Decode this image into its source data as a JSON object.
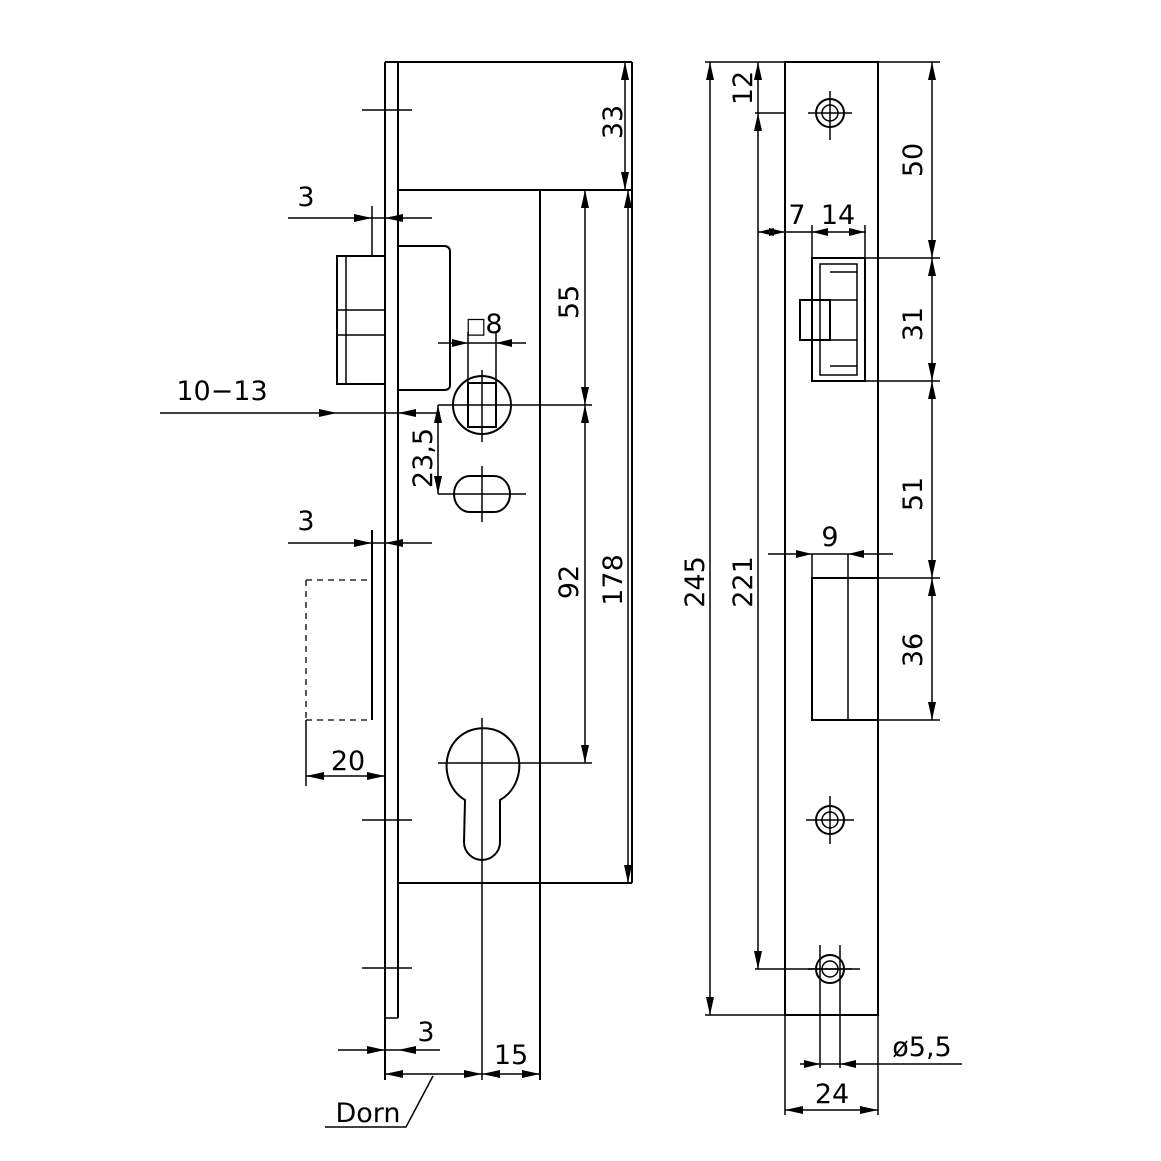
{
  "side_view": {
    "dim_top_height": "33",
    "dim_faceplate_thickness_top": "3",
    "dim_spindle_square": "8",
    "dim_spindle_square_symbol": "□",
    "dim_spindle_to_case_top": "55",
    "dim_door_thickness_range": "10−13",
    "dim_spindle_to_second_hole": "23,5",
    "dim_faceplate_thickness_mid": "3",
    "dim_spindle_to_cylinder": "92",
    "dim_case_height": "178",
    "dim_bolt_throw": "20",
    "dim_faceplate_thickness_bottom": "3",
    "dim_backset": "15",
    "label_dorn": "Dorn"
  },
  "front_view": {
    "dim_total_length": "245",
    "dim_hole_spacing": "221",
    "dim_top_hole_offset": "12",
    "dim_top_to_latch": "50",
    "dim_latch_offset": "7",
    "dim_latch_width": "14",
    "dim_latch_height": "31",
    "dim_latch_to_bolt": "51",
    "dim_bolt_width": "9",
    "dim_bolt_height": "36",
    "dim_faceplate_width": "24",
    "dim_hole_diameter": "ø5,5"
  }
}
